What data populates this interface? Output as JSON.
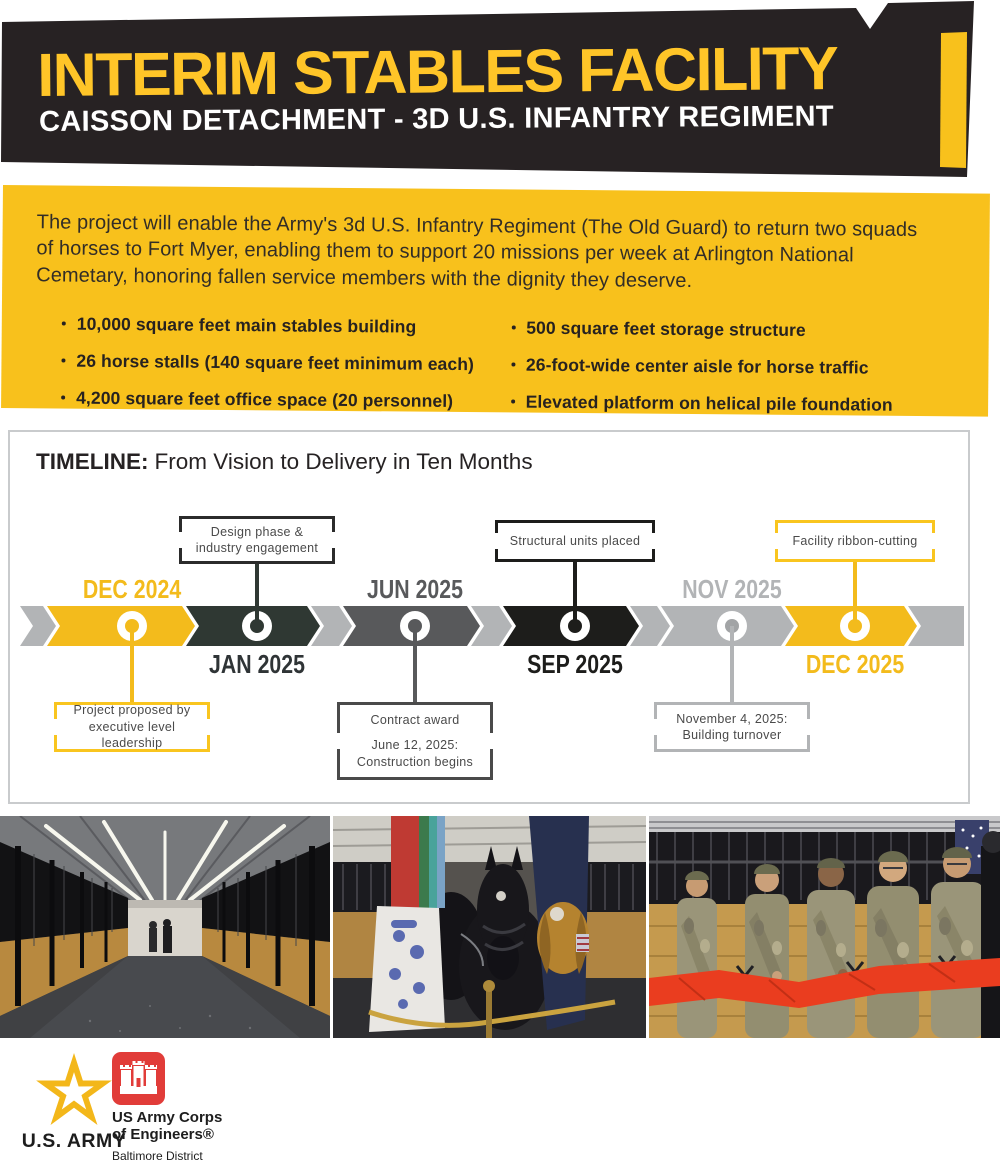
{
  "header": {
    "title": "INTERIM STABLES FACILITY",
    "subtitle": "CAISSON DETACHMENT - 3D U.S. INFANTRY REGIMENT"
  },
  "intro": {
    "paragraph": "The project will enable the Army's 3d U.S. Infantry Regiment (The Old Guard) to return two squads of horses to Fort Myer, enabling them to support 20 missions per week at Arlington National Cemetary, honoring fallen service members with the dignity they deserve.",
    "bullets_left": [
      "10,000 square feet main stables building",
      "26 horse stalls (140 square feet minimum each)",
      "4,200 square feet office space (20 personnel)"
    ],
    "bullets_right": [
      "500 square feet storage structure",
      "26-foot-wide center aisle for horse traffic",
      "Elevated platform on helical pile foundation"
    ]
  },
  "timeline": {
    "title_label": "TIMELINE:",
    "title_rest": "From Vision to Delivery in Ten Months",
    "milestones": [
      {
        "month": "DEC 2024",
        "callout": "Project proposed by executive level leadership"
      },
      {
        "month": "JAN 2025",
        "callout": "Design phase & industry engagement"
      },
      {
        "month": "JUN 2025",
        "callout": "Contract award",
        "callout2": "June 12, 2025: Construction begins"
      },
      {
        "month": "SEP 2025",
        "callout": "Structural units placed"
      },
      {
        "month": "NOV 2025",
        "callout": "November 4, 2025: Building turnover"
      },
      {
        "month": "DEC 2025",
        "callout": "Facility ribbon-cutting"
      }
    ]
  },
  "photos": [
    {
      "alt": "Interior aisle of stables with wooden stalls"
    },
    {
      "alt": "Caisson horses with ceremonial flags inside stables"
    },
    {
      "alt": "Army leaders cutting red ribbon at facility opening"
    }
  ],
  "footer": {
    "army_wordmark": "U.S. ARMY",
    "usace_line1": "US Army Corps",
    "usace_line2": "of Engineers®",
    "usace_line3": "Baltimore District"
  },
  "colors": {
    "accent_yellow": "#F7BE16",
    "dark_olive": "#2F3833",
    "mid_gray": "#58595B",
    "black": "#1D1D1B",
    "light_gray": "#B2B4B6",
    "usace_red": "#E13C39",
    "army_gold": "#F3B71A"
  }
}
